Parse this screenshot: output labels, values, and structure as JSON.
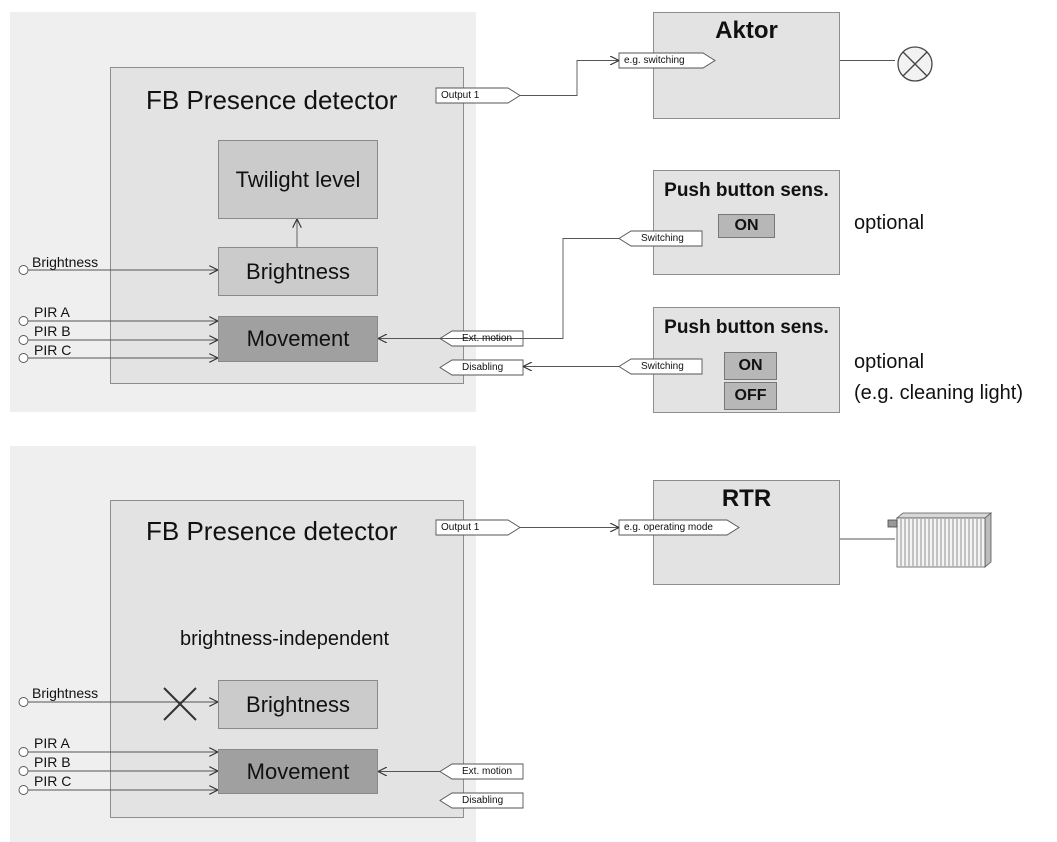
{
  "top": {
    "fb_title": "FB Presence detector",
    "output_tag": "Output 1",
    "blocks": {
      "twilight": "Twilight level",
      "brightness": "Brightness",
      "movement": "Movement"
    },
    "inputs": {
      "brightness": "Brightness",
      "pir_a": "PIR A",
      "pir_b": "PIR B",
      "pir_c": "PIR C"
    },
    "tags": {
      "ext_motion": "Ext. motion",
      "disabling": "Disabling"
    },
    "actuator": {
      "title": "Aktor",
      "input_tag": "e.g. switching",
      "load_icon": "lamp-icon"
    },
    "push_button_1": {
      "title": "Push button sens.",
      "tag": "Switching",
      "button_on": "ON",
      "note": "optional"
    },
    "push_button_2": {
      "title": "Push button sens.",
      "tag": "Switching",
      "button_on": "ON",
      "button_off": "OFF",
      "note_line1": "optional",
      "note_line2": "(e.g. cleaning light)"
    }
  },
  "bottom": {
    "fb_title": "FB Presence detector",
    "output_tag": "Output 1",
    "subtitle": "brightness-independent",
    "blocks": {
      "brightness": "Brightness",
      "movement": "Movement"
    },
    "inputs": {
      "brightness": "Brightness",
      "pir_a": "PIR A",
      "pir_b": "PIR B",
      "pir_c": "PIR C"
    },
    "tags": {
      "ext_motion": "Ext. motion",
      "disabling": "Disabling"
    },
    "rtr": {
      "title": "RTR",
      "input_tag": "e.g. operating mode",
      "load_icon": "radiator-icon"
    },
    "disconnected_icon": "cross-icon"
  },
  "colors": {
    "panel": "#efefef",
    "fb": "#e3e3e3",
    "block_light": "#cbcbcb",
    "block_dark": "#a0a0a0",
    "button": "#b7b7b7",
    "line": "#555555"
  }
}
